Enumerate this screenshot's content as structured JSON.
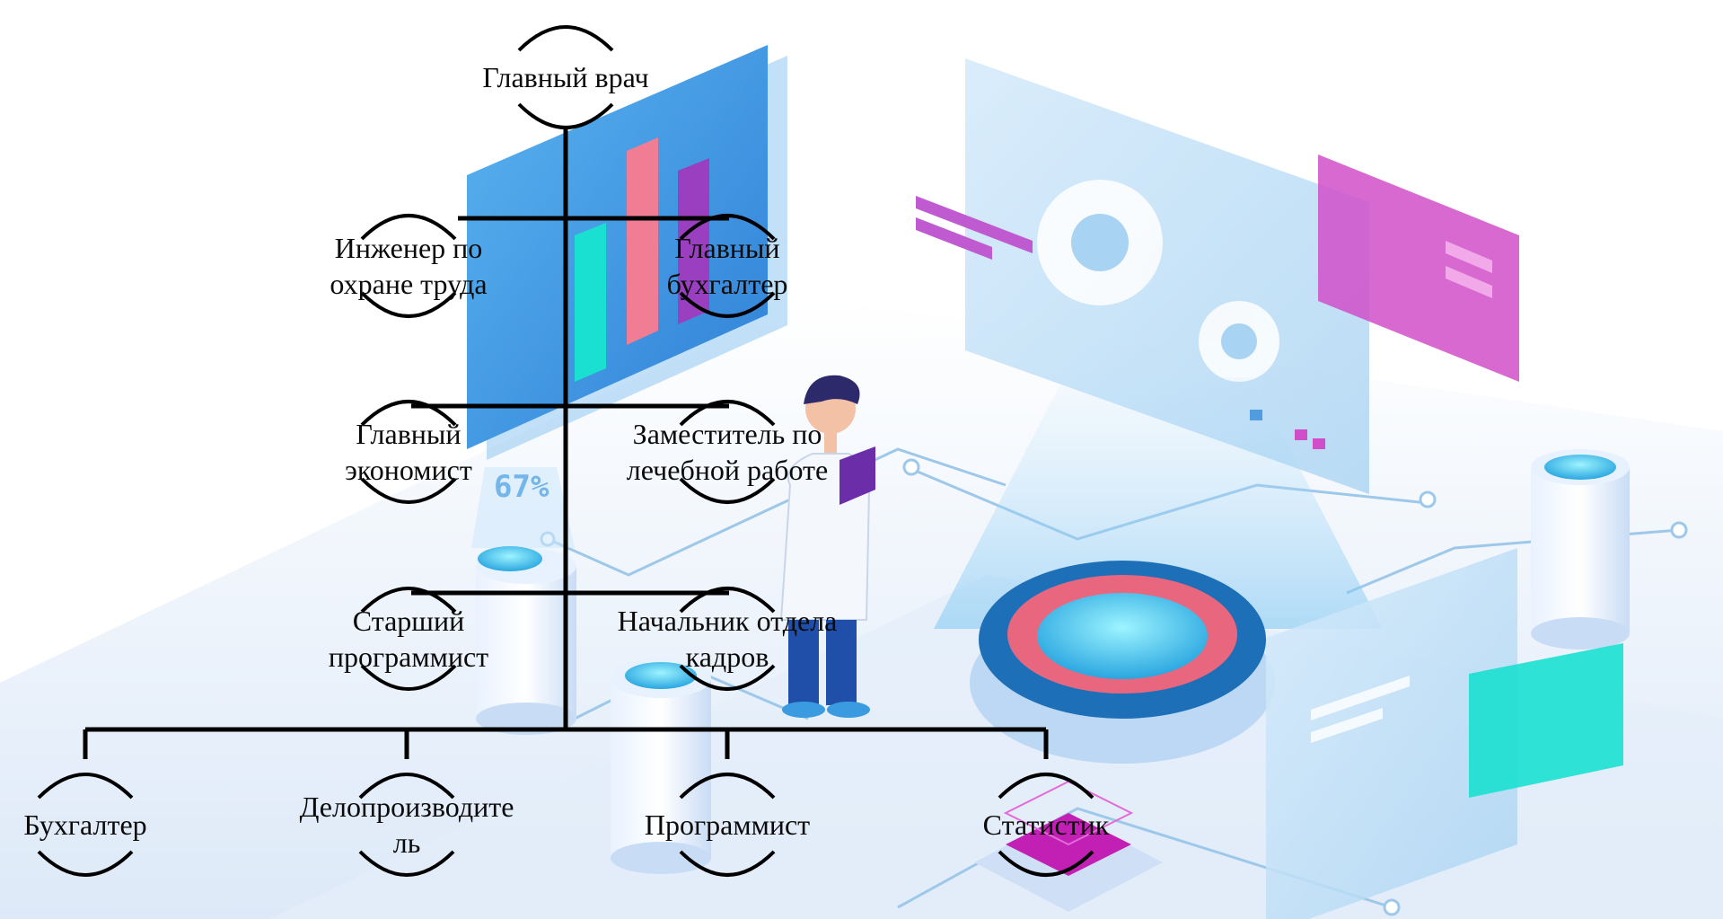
{
  "illustration": {
    "percent_label": "67%",
    "colors": {
      "panel_blue": "#3d9be6",
      "bar_teal": "#19e0d0",
      "bar_pink": "#f07d94",
      "bar_purple": "#9a3fbf",
      "panel_magenta": "#d04fc9",
      "floor": "#e6f0fb",
      "ring_red": "#e8677f"
    }
  },
  "org_chart": {
    "root": "Главный врач",
    "left_branch": [
      "Инженер по\nохране труда",
      "Главный\nэкономист",
      "Старший\nпрограммист"
    ],
    "right_branch": [
      "Главный\nбухгалтер",
      "Заместитель по\nлечебной работе",
      "Начальник отдела\nкадров"
    ],
    "bottom_row": [
      "Бухгалтер",
      "Делопроизводите\nль",
      "Программист",
      "Статистик"
    ]
  }
}
